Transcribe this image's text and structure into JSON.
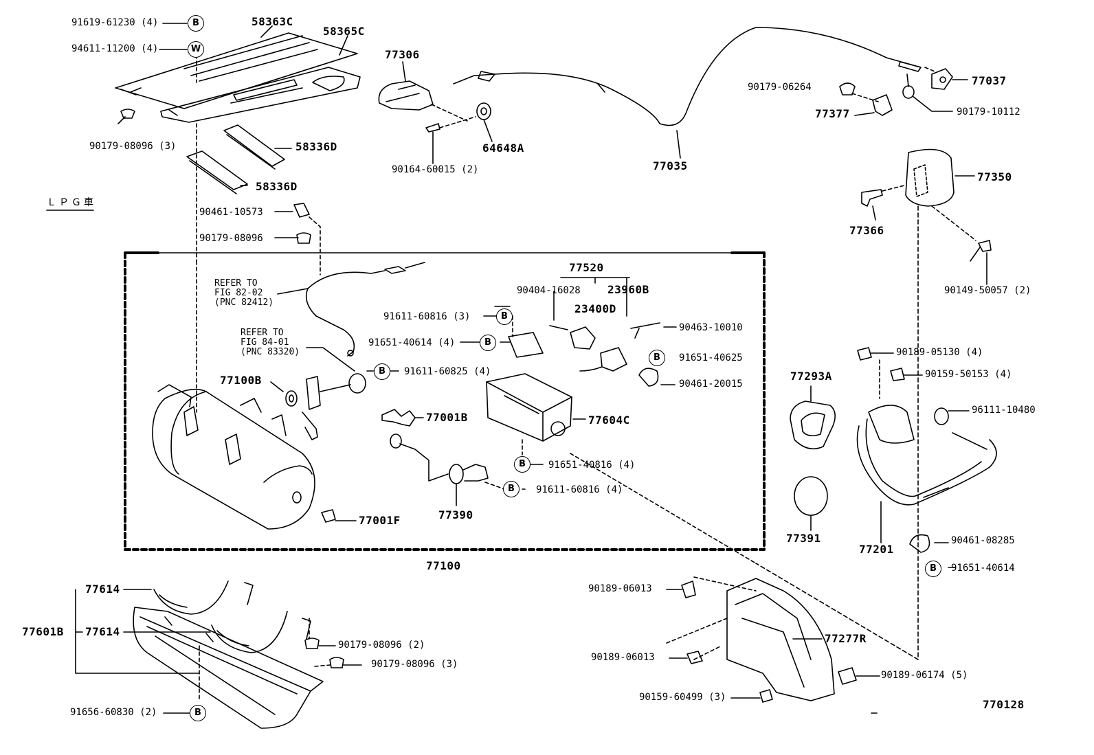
{
  "diagram": {
    "figure_id": "770128",
    "lpg_note": "ＬＰＧ車",
    "group_label": "77100",
    "refer1": "REFER TO\nFIG 82-02\n(PNC 82412)",
    "refer2": "REFER TO\nFIG 84-01\n(PNC 83320)",
    "badge_b": "B",
    "badge_w": "W",
    "parts": {
      "p91619_61230": "91619-61230 (4)",
      "p94611_11200": "94611-11200 (4)",
      "p58363C": "58363C",
      "p58365C": "58365C",
      "p90179_08096_3_top": "90179-08096 (3)",
      "p58336D_a": "58336D",
      "p58336D_b": "58336D",
      "p90461_10573": "90461-10573",
      "p90179_08096": "90179-08096",
      "p77306": "77306",
      "p64648A": "64648A",
      "p90164_60015": "90164-60015 (2)",
      "p77035": "77035",
      "p90179_06264": "90179-06264",
      "p77377": "77377",
      "p77037": "77037",
      "p90179_10112": "90179-10112",
      "p77350": "77350",
      "p77366": "77366",
      "p90149_50057": "90149-50057 (2)",
      "p77520": "77520",
      "p90404_16028": "90404-16028",
      "p23960B": "23960B",
      "p23400D": "23400D",
      "p91611_60816_3": "91611-60816 (3)",
      "p91651_40614_4": "91651-40614 (4)",
      "p90463_10010": "90463-10010",
      "p91651_40625": "91651-40625",
      "p90461_20015": "90461-20015",
      "p91611_60825": "91611-60825 (4)",
      "p77100B": "77100B",
      "p77001B": "77001B",
      "p77604C": "77604C",
      "p91651_40816": "91651-40816 (4)",
      "p91611_60816_4": "91611-60816 (4)",
      "p77390": "77390",
      "p77001F": "77001F",
      "p90189_05130": "90189-05130 (4)",
      "p90159_50153": "90159-50153 (4)",
      "p77293A": "77293A",
      "p96111_10480": "96111-10480",
      "p77391": "77391",
      "p77201": "77201",
      "p90461_08285": "90461-08285",
      "p91651_40614": "91651-40614",
      "p77614_a": "77614",
      "p77614_b": "77614",
      "p77601B": "77601B",
      "p90179_08096_2": "90179-08096 (2)",
      "p90179_08096_3": "90179-08096 (3)",
      "p91656_60830": "91656-60830 (2)",
      "p90189_06013_a": "90189-06013",
      "p90189_06013_b": "90189-06013",
      "p77277R": "77277R",
      "p90189_06174": "90189-06174 (5)",
      "p90159_60499": "90159-60499 (3)"
    }
  }
}
